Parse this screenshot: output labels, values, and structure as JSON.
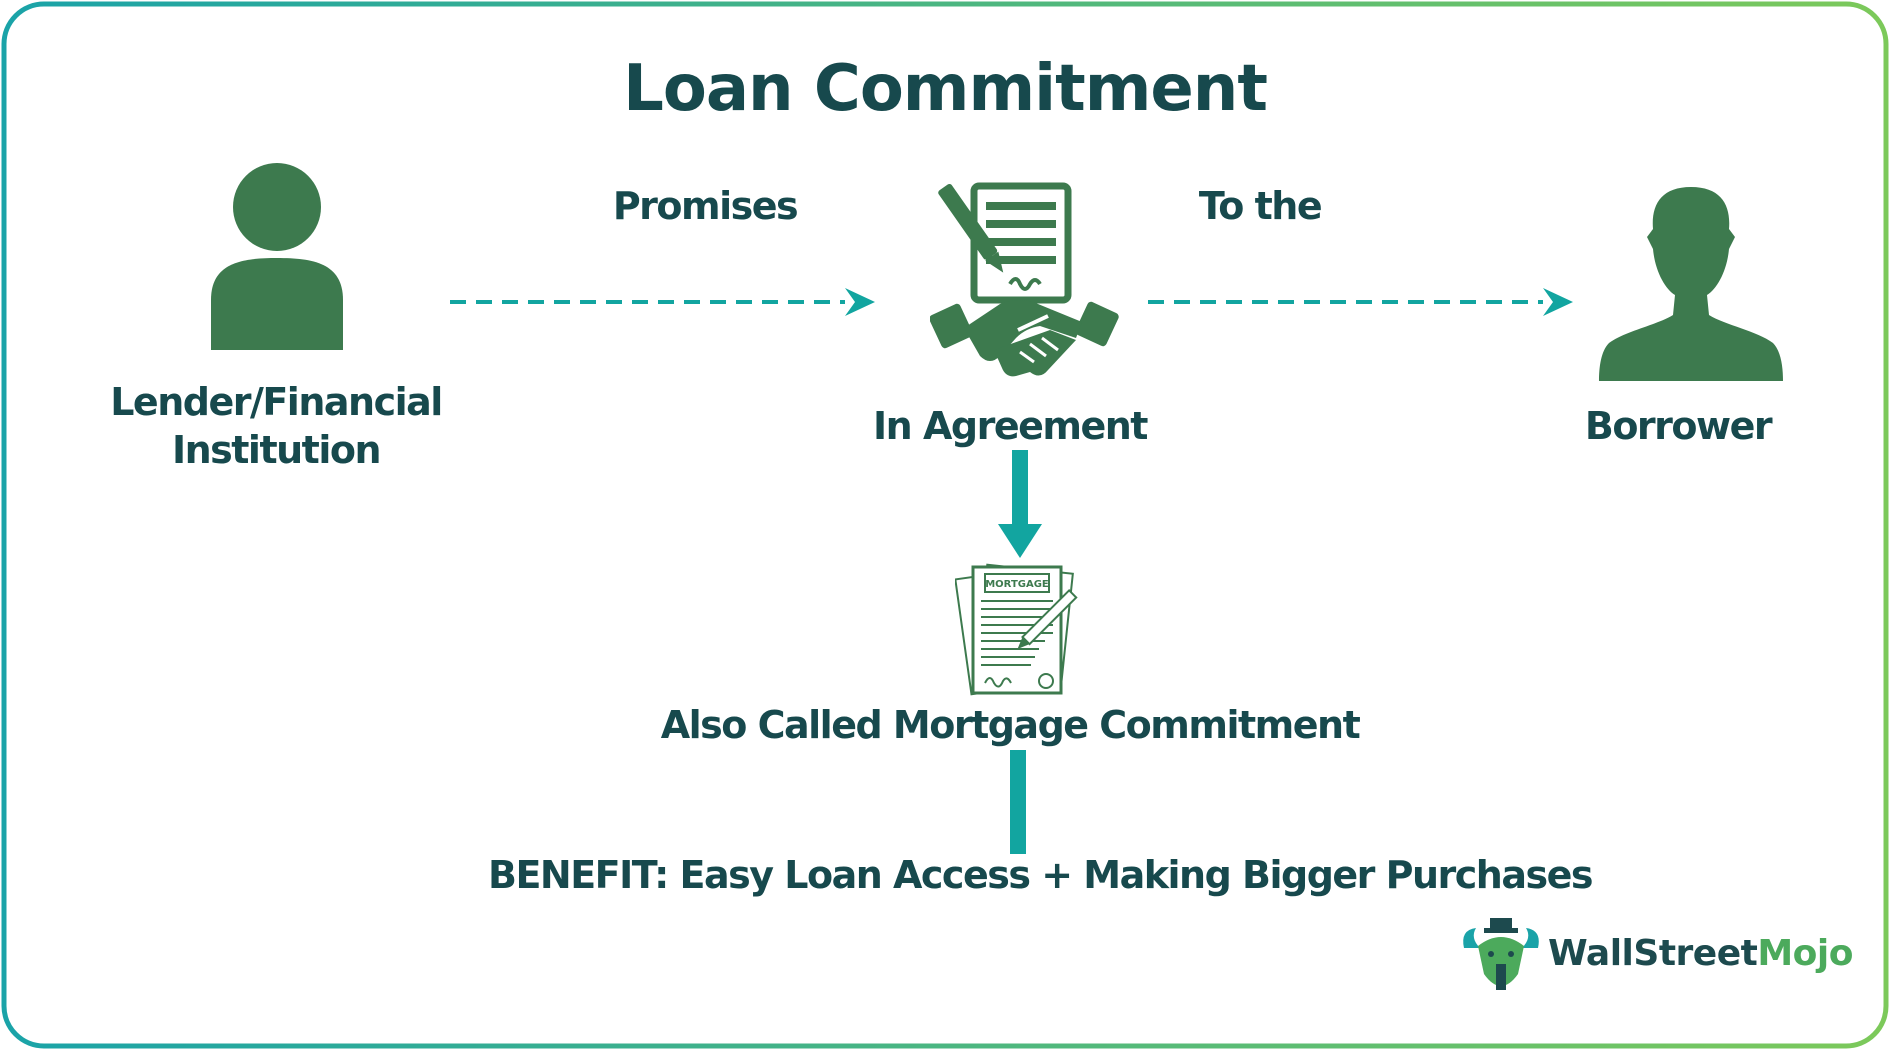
{
  "title": "Loan Commitment",
  "labels": {
    "promises": "Promises",
    "to_the": "To the",
    "lender": "Lender/Financial Institution",
    "in_agreement": "In Agreement",
    "borrower": "Borrower",
    "also_called": "Also Called Mortgage Commitment",
    "benefit": "BENEFIT: Easy Loan Access + Making Bigger Purchases"
  },
  "document_stamp": "MORTGAGE",
  "brand": {
    "part1": "WallStreet",
    "part2": "Mojo"
  },
  "icons": {
    "lender": "person-icon",
    "agreement": "contract-handshake-icon",
    "borrower": "person-silhouette-icon",
    "mortgage": "mortgage-document-icon",
    "logo": "bull-logo-icon"
  },
  "colors": {
    "heading_text": "#17494d",
    "icon_green": "#3d7a4e",
    "arrow_teal": "#12a5a0",
    "frame_gradient_start": "#1aa3a8",
    "frame_gradient_end": "#7cc95a",
    "brand_accent": "#4caa5c"
  }
}
